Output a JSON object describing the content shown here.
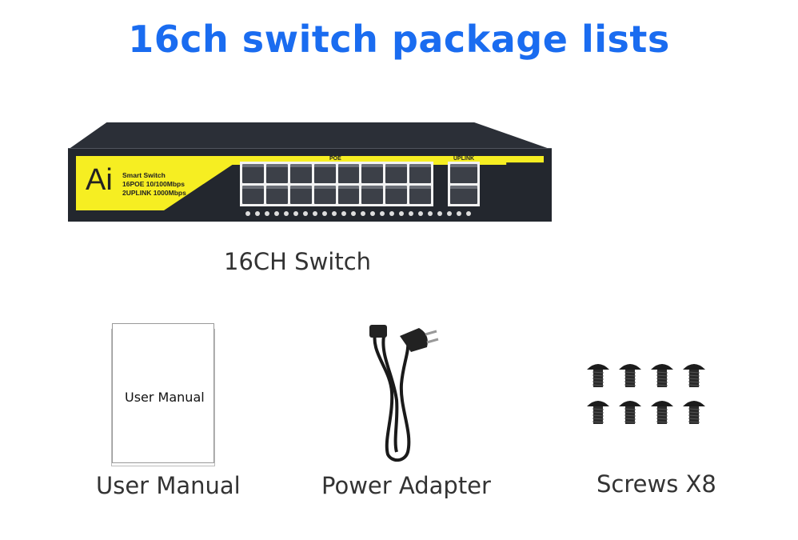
{
  "title": "16ch switch package lists",
  "switch": {
    "logo": "Ai",
    "spec_lines": [
      "Smart Switch",
      "16POE 10/100Mbps",
      "2UPLINK 1000Mbps"
    ],
    "poe_label": "POE",
    "uplink_label": "UPLINK",
    "caption": "16CH Switch"
  },
  "manual": {
    "cover_text": "User Manual",
    "caption": "User Manual"
  },
  "power": {
    "caption": "Power Adapter"
  },
  "screws": {
    "caption": "Screws X8",
    "count": 8
  }
}
